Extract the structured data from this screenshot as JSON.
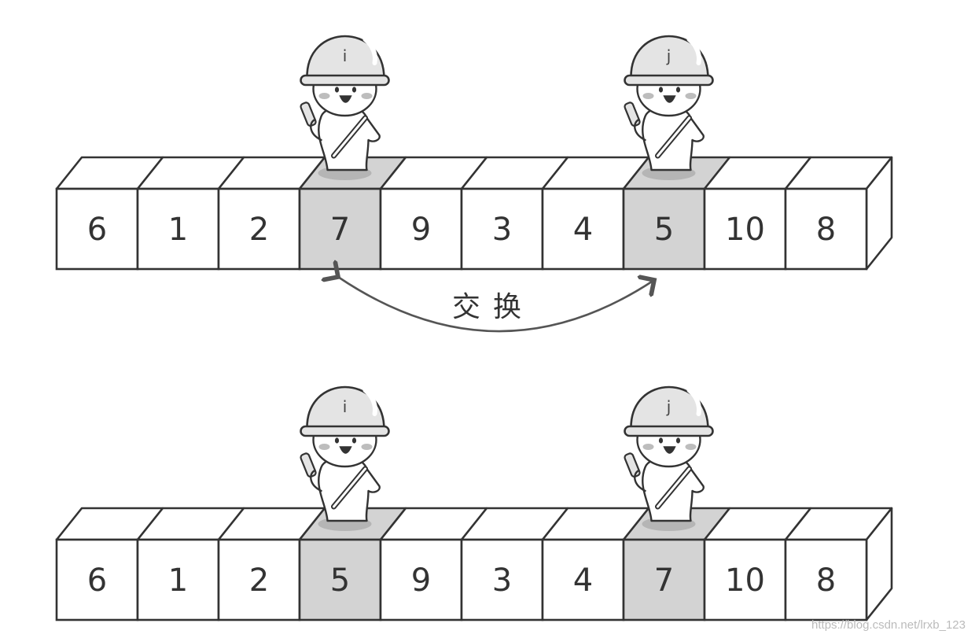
{
  "rows": [
    {
      "values": [
        "6",
        "1",
        "2",
        "7",
        "9",
        "3",
        "4",
        "5",
        "10",
        "8"
      ],
      "highlighted": [
        3,
        7
      ]
    },
    {
      "values": [
        "6",
        "1",
        "2",
        "5",
        "9",
        "3",
        "4",
        "7",
        "10",
        "8"
      ],
      "highlighted": [
        3,
        7
      ]
    }
  ],
  "pointers": {
    "i": "i",
    "j": "j"
  },
  "swap_label": "交换",
  "watermark": "https://blog.csdn.net/lrxb_123",
  "colors": {
    "stroke": "#333333",
    "highlight": "#d3d3d3",
    "shadow": "#b5b5b5",
    "helmet": "#e4e4e4",
    "blush": "#bdbdbd"
  }
}
